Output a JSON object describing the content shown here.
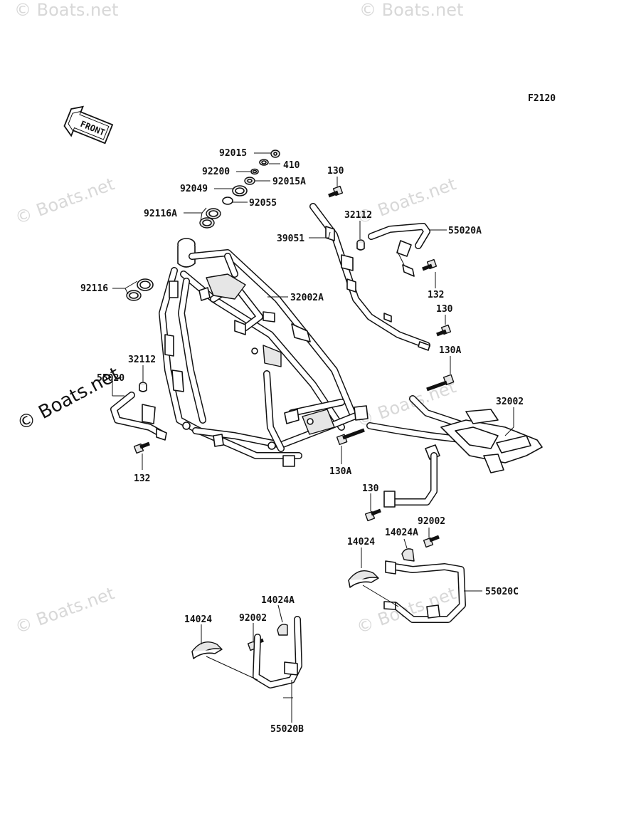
{
  "diagram_code": "F2120",
  "front_arrow_label": "FRONT",
  "watermark": "© Boats.net",
  "labels": {
    "p92015": "92015",
    "p410": "410",
    "p92200": "92200",
    "p92015A": "92015A",
    "p92049": "92049",
    "p92055": "92055",
    "p92116A": "92116A",
    "p130_top": "130",
    "p32112_top": "32112",
    "p55020A": "55020A",
    "p39051": "39051",
    "p32002A": "32002A",
    "p92116": "92116",
    "p132_right": "132",
    "p130_mid": "130",
    "p130A_right": "130A",
    "p32112_left": "32112",
    "p55020": "55020",
    "p32002": "32002",
    "p132_left": "132",
    "p130A_center": "130A",
    "p130_low": "130",
    "p92002_right": "92002",
    "p14024A_right": "14024A",
    "p14024_right": "14024",
    "p55020C": "55020C",
    "p14024A_left": "14024A",
    "p14024_left": "14024",
    "p92002_left": "92002",
    "p55020B": "55020B"
  }
}
